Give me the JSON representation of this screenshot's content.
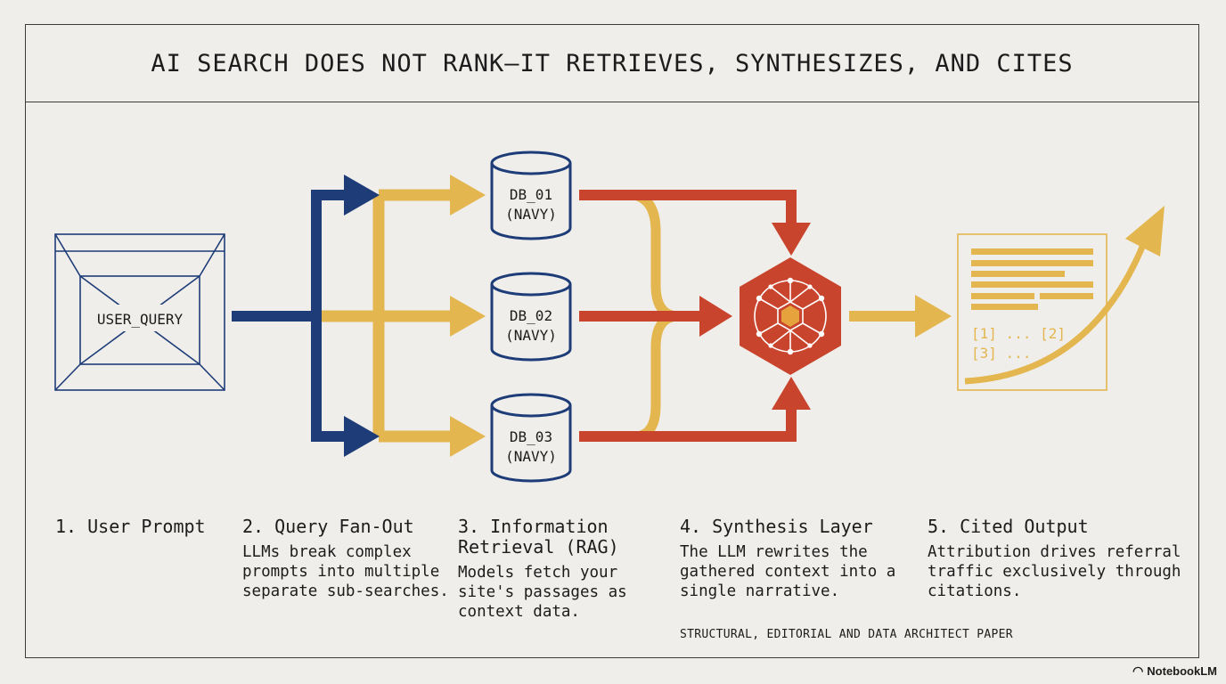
{
  "title": "AI SEARCH DOES NOT RANK—IT RETRIEVES, SYNTHESIZES, AND CITES",
  "query_box": {
    "label": "USER_QUERY"
  },
  "databases": [
    {
      "line1": "DB_01",
      "line2": "(NAVY)"
    },
    {
      "line1": "DB_02",
      "line2": "(NAVY)"
    },
    {
      "line1": "DB_03",
      "line2": "(NAVY)"
    }
  ],
  "output_doc": {
    "citation_line1": "[1] ... [2]",
    "citation_line2": "[3] ..."
  },
  "steps": [
    {
      "title": "1. User Prompt",
      "desc": ""
    },
    {
      "title": "2. Query Fan-Out",
      "desc": "LLMs break complex prompts into multiple separate sub-searches."
    },
    {
      "title": "3. Information Retrieval (RAG)",
      "desc": "Models fetch your site's passages as context data."
    },
    {
      "title": "4. Synthesis Layer",
      "desc": "The LLM rewrites the gathered context into a single narrative."
    },
    {
      "title": "5. Cited Output",
      "desc": "Attribution drives referral traffic exclusively through citations."
    }
  ],
  "footer_caption": "STRUCTURAL, EDITORIAL AND DATA ARCHITECT PAPER",
  "brand": "NotebookLM",
  "colors": {
    "navy": "#1d3c78",
    "gold": "#e3b64f",
    "red": "#c9442c",
    "background": "#f0eeea"
  }
}
